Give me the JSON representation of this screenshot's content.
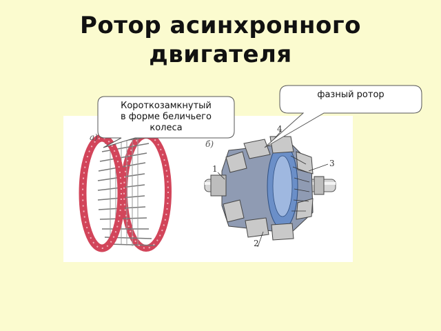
{
  "slide": {
    "title_line1": "Ротор асинхронного",
    "title_line2": "двигателя"
  },
  "callouts": {
    "squirrel_cage": {
      "line1": "Короткозамкнутый",
      "line2": "в форме беличьего",
      "line3": "колеса"
    },
    "phase_rotor": {
      "text": "фазный ротор"
    }
  },
  "figure": {
    "label_a": "а)",
    "label_b": "б)",
    "part_labels": [
      "1",
      "2",
      "3",
      "4"
    ]
  },
  "colors": {
    "background": "#fbfbcf",
    "ring_red": "#d2455a",
    "blue_core": "#6b8fc8"
  }
}
